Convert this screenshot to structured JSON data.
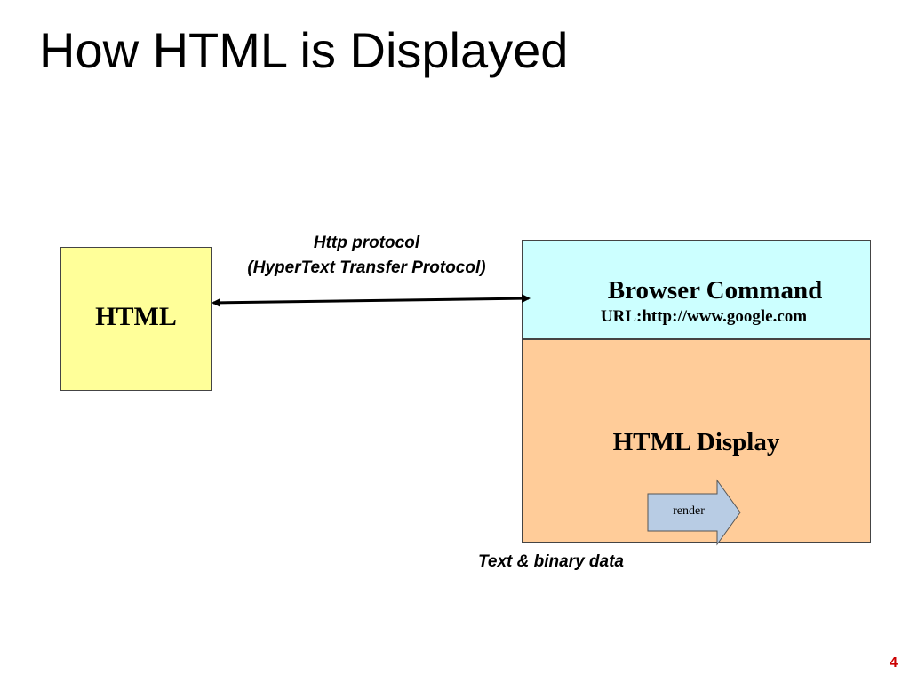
{
  "slide": {
    "title": "How HTML is Displayed",
    "page_number": "4"
  },
  "server": {
    "label": "HTML",
    "color": "#ffff99"
  },
  "connection": {
    "line1": "Http protocol",
    "line2": "(HyperText Transfer Protocol)"
  },
  "browser": {
    "command_title": "Browser Command",
    "url": "URL:http://www.google.com",
    "command_color": "#ccffff",
    "display_title": "HTML Display",
    "display_color": "#ffcc99",
    "render_label": "render",
    "render_color": "#b8cce4"
  },
  "data_label": "Text & binary data"
}
